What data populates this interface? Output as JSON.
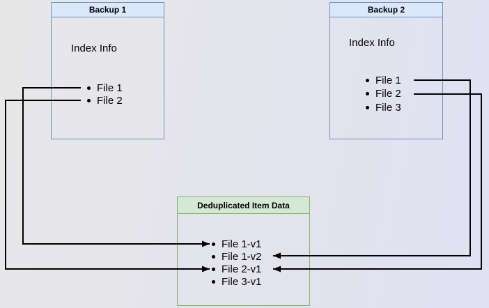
{
  "diagram": {
    "backup1": {
      "title": "Backup 1",
      "section_label": "Index Info",
      "files": [
        "File 1",
        "File 2"
      ]
    },
    "backup2": {
      "title": "Backup 2",
      "section_label": "Index Info",
      "files": [
        "File 1",
        "File 2",
        "File 3"
      ]
    },
    "dedup": {
      "title": "Deduplicated Item Data",
      "files": [
        "File 1-v1",
        "File 1-v2",
        "File 2-v1",
        "File 3-v1"
      ]
    },
    "connections": [
      {
        "from": "Backup 1 / File 1",
        "to": "Deduplicated Item Data / File 1-v1"
      },
      {
        "from": "Backup 1 / File 2",
        "to": "Deduplicated Item Data / File 2-v1"
      },
      {
        "from": "Backup 2 / File 1",
        "to": "Deduplicated Item Data / File 1-v2"
      },
      {
        "from": "Backup 2 / File 2",
        "to": "Deduplicated Item Data / File 2-v1"
      }
    ]
  },
  "colors": {
    "blue_border": "#6c8ebf",
    "blue_fill": "#dae8fc",
    "green_border": "#82b366",
    "green_fill": "#d5e8d4",
    "arrow": "#000000"
  }
}
